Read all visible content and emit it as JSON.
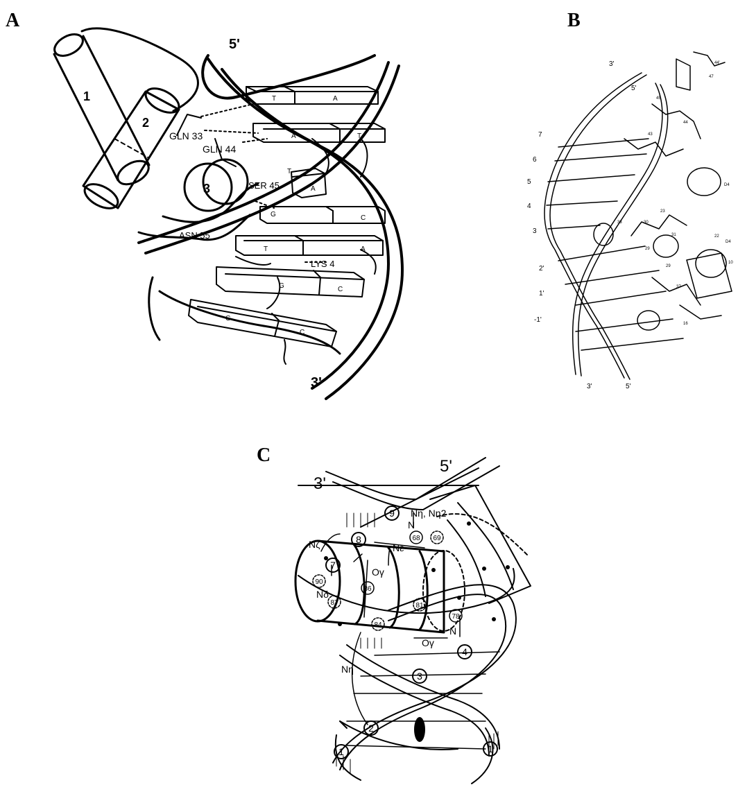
{
  "panels": {
    "A": {
      "letter": "A",
      "strand_5": "5'",
      "strand_3": "3'",
      "helix_1": "1",
      "helix_2": "2",
      "helix_3": "3",
      "residues": [
        "GLN 33",
        "GLN 44",
        "SER 45",
        "ASN 55",
        "LYS 4"
      ],
      "base_pairs": [
        [
          "T",
          "A"
        ],
        [
          "A",
          "T"
        ],
        [
          "T",
          "A"
        ],
        [
          "G",
          "C"
        ],
        [
          "T",
          "A"
        ],
        [
          "G",
          "C"
        ],
        [
          "G",
          "C"
        ]
      ]
    },
    "B": {
      "letter": "B",
      "strand_top_3": "3'",
      "strand_top_5": "5'",
      "strand_bottom_3": "3'",
      "strand_bottom_5": "5'",
      "positions": [
        "7",
        "6",
        "5",
        "4",
        "3",
        "2'",
        "1'",
        "-1'"
      ],
      "small_labels": [
        "44'",
        "47",
        "45",
        "43",
        "44",
        "D4",
        "23",
        "30",
        "33",
        "D4",
        "22",
        "29",
        "31",
        "29",
        "37",
        "16",
        "10"
      ]
    },
    "C": {
      "letter": "C",
      "strand_5": "5'",
      "strand_3": "3'",
      "phosphates": [
        "9",
        "8",
        "7",
        "4",
        "3",
        "2",
        "1",
        "1"
      ],
      "residues": [
        "68",
        "69",
        "90",
        "87",
        "86",
        "84",
        "81",
        "78"
      ],
      "atoms": {
        "n_eta_pair": "Nη, Nη2",
        "n_top": "N",
        "n_epsilon": "Nε",
        "n_zeta": "Nζ",
        "o_gamma_top": "Oγ",
        "n_delta": "Nδ",
        "n_mid": "N",
        "o_gamma_low": "Oγ",
        "n_eta_low": "Nη"
      }
    }
  }
}
